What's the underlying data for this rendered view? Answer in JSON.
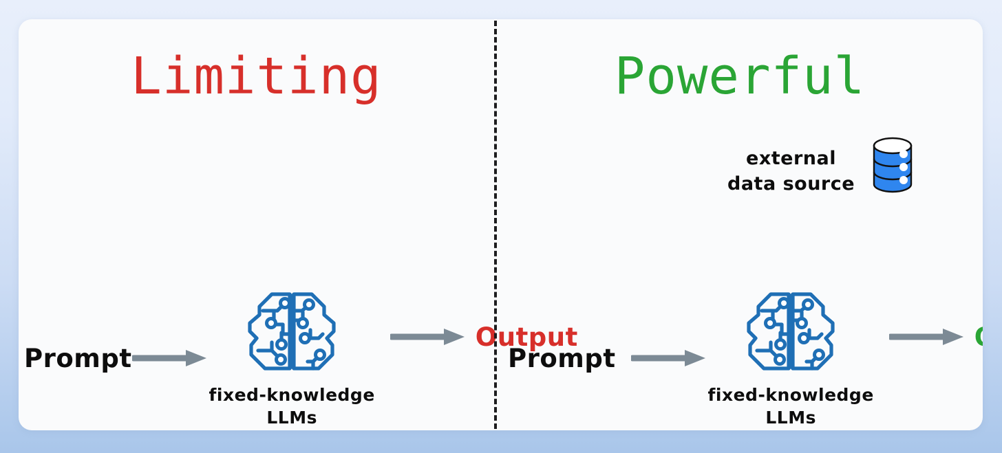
{
  "canvas": {
    "background_top": "#e8effb",
    "background_bottom": "#a9c6ea",
    "card_background": "#fafbfc"
  },
  "colors": {
    "red": "#d72f2a",
    "green": "#2aa535",
    "blue": "#1f6fb5",
    "database_blue": "#2f86ef",
    "arrow_gray": "#7c8a95",
    "text_black": "#0d0d0d",
    "divider": "#1d1d1f"
  },
  "left_panel": {
    "heading": "Limiting",
    "prompt_label": "Prompt",
    "model_caption": "fixed-knowledge\nLLMs",
    "output_label": "Output",
    "brain_icon": "circuit-brain-icon",
    "arrow_in_icon": "arrow-right-icon",
    "arrow_out_icon": "arrow-right-icon"
  },
  "right_panel": {
    "heading": "Powerful",
    "prompt_label": "Prompt",
    "model_caption": "fixed-knowledge\nLLMs",
    "output_label": "Output",
    "external_source_label": "external\ndata source",
    "database_icon": "database-icon",
    "brain_icon": "circuit-brain-icon",
    "arrow_in_icon": "arrow-right-icon",
    "arrow_out_icon": "arrow-right-icon",
    "arrow_up_icon": "arrow-up-icon",
    "arrow_down_icon": "arrow-down-icon"
  },
  "divider": {
    "style": "dashed-vertical"
  }
}
